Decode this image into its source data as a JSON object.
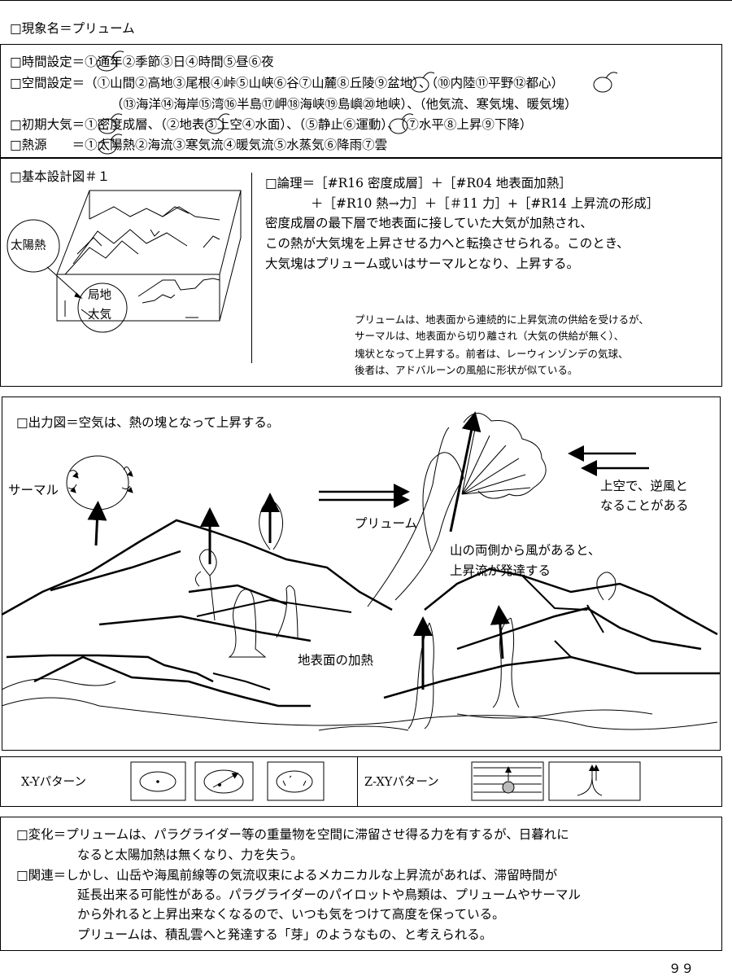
{
  "phenomenon": "□現象名＝プリューム",
  "settings": {
    "time": "□時間設定＝①通年②季節③日④時間⑤昼⑥夜",
    "space1": "□空間設定＝（①山間②高地③尾根④峠⑤山峡⑥谷⑦山麓⑧丘陵⑨盆地）、（⑩内陸⑪平野⑫都心）",
    "space2": "（⑬海洋⑭海岸⑮湾⑯半島⑰岬⑱海峡⑲島嶼⑳地峡）、（他気流、寒気塊、暖気塊）",
    "atmosphere": "□初期大気＝①密度成層、（②地表③上空④水面）、（⑤静止⑥運動）、（⑦水平⑧上昇⑨下降）",
    "heat": "□熱源　　＝①太陽熱②海流③寒気流④暖気流⑤水蒸気⑥降雨⑦雲"
  },
  "design": {
    "title": "□基本設計図＃１",
    "sun_label": "太陽熱",
    "local_label_1": "局地",
    "local_label_2": "大気"
  },
  "logic": {
    "line1": "□論理＝［#R16 密度成層］＋［#R04 地表面加熱］",
    "line2": "＋［#R10 熱→力］＋［＃11 力］+［#R14 上昇流の形成］",
    "body1": "密度成層の最下層で地表面に接していた大気が加熱され、",
    "body2": "この熱が大気塊を上昇させる力へと転換させられる。このとき、",
    "body3": "大気塊はプリューム或いはサーマルとなり、上昇する。",
    "note1": "プリュームは、地表面から連続的に上昇気流の供給を受けるが、",
    "note2": "サーマルは、地表面から切り離され（大気の供給が無く）、",
    "note3": "塊状となって上昇する。前者は、レーウィンゾンデの気球、",
    "note4": "後者は、アドバルーンの風船に形状が似ている。"
  },
  "output": {
    "title": "□出力図＝空気は、熱の塊となって上昇する。",
    "thermal": "サーマル",
    "plume": "プリューム",
    "upper_wind_1": "上空で、逆風と",
    "upper_wind_2": "なることがある",
    "mountain_1": "山の両側から風があると、",
    "mountain_2": "上昇流が発達する",
    "surface_heat": "地表面の加熱"
  },
  "patterns": {
    "xy_label": "X-Yパターン",
    "zxy_label": "Z-XYパターン"
  },
  "change": {
    "line1": "□変化＝プリュームは、パラグライダー等の重量物を空間に滞留させ得る力を有するが、日暮れに",
    "line2": "なると太陽加熱は無くなり、力を失う。"
  },
  "relation": {
    "line1": "□関連＝しかし、山岳や海風前線等の気流収束によるメカニカルな上昇流があれば、滞留時間が",
    "line2": "延長出来る可能性がある。パラグライダーのパイロットや鳥類は、プリュームやサーマル",
    "line3": "から外れると上昇出来なくなるので、いつも気をつけて高度を保っている。",
    "line4": "プリュームは、積乱雲へと発達する「芽」のようなもの、と考えられる。"
  },
  "page_number": "９９"
}
